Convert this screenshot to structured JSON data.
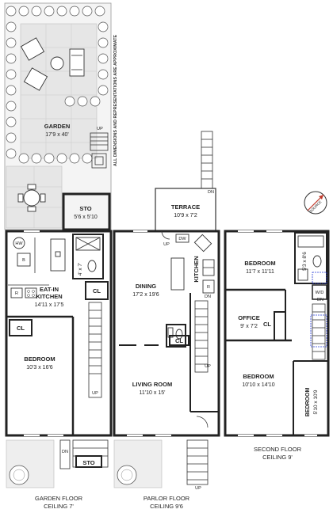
{
  "disclaimer": "ALL DIMENSIONS AND REPRESENTATIONS ARE APPROXIMATE",
  "compass": {
    "label": "SOURCE"
  },
  "garden": {
    "name": "GARDEN",
    "dim": "17'9 x 40'"
  },
  "sto_top": {
    "name": "STO",
    "dim": "5'6 x 5'10"
  },
  "terrace": {
    "name": "TERRACE",
    "dim": "10'9 x 7'2"
  },
  "kitchen_eatin": {
    "name_1": "EAT-IN",
    "name_2": "KITCHEN",
    "dim": "14'11 x 17'5"
  },
  "bedroom_garden": {
    "name": "BEDROOM",
    "dim": "10'3 x 16'6"
  },
  "bath_garden": {
    "dim": "4' x 7'"
  },
  "dining": {
    "name": "DINING",
    "dim": "17'2 x 19'6"
  },
  "kitchen_parlor": {
    "name": "KITCHEN"
  },
  "living": {
    "name": "LIVING ROOM",
    "dim": "11'10 x 15'"
  },
  "bedroom_2a": {
    "name": "BEDROOM",
    "dim": "11'7 x 11'11"
  },
  "office": {
    "name": "OFFICE",
    "dim": "9' x 7'2"
  },
  "bedroom_2b": {
    "name": "BEDROOM",
    "dim": "10'10 x 14'10"
  },
  "bedroom_2c": {
    "name": "BEDROOM",
    "dim": "5'10 x 10'9"
  },
  "bath_second": {
    "dim": "5'3 x 8'6"
  },
  "codes": {
    "hw": "HW",
    "b": "B",
    "r": "R",
    "cl": "CL",
    "dw": "DW",
    "wd": "W/D",
    "up": "UP",
    "dn": "DN",
    "sto": "STO"
  },
  "floors": {
    "garden": {
      "name": "GARDEN FLOOR",
      "ceiling": "CEILING 7'"
    },
    "parlor": {
      "name": "PARLOR FLOOR",
      "ceiling": "CEILING 9'6"
    },
    "second": {
      "name": "SECOND FLOOR",
      "ceiling": "CEILING 9'"
    }
  }
}
